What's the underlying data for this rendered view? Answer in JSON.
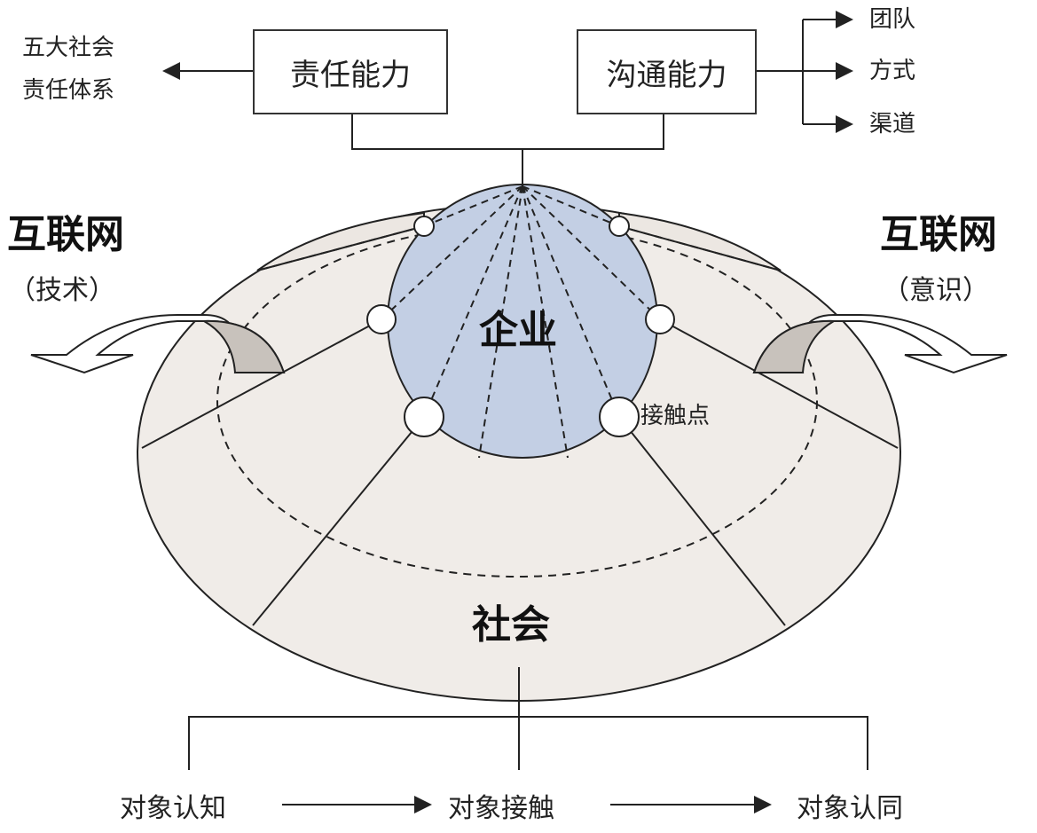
{
  "boxes": {
    "responsibility": "责任能力",
    "communication": "沟通能力"
  },
  "left_note": {
    "line1": "五大社会",
    "line2": "责任体系"
  },
  "comm_items": [
    "团队",
    "方式",
    "渠道"
  ],
  "internet_left": {
    "title": "互联网",
    "sub": "（技术）"
  },
  "internet_right": {
    "title": "互联网",
    "sub": "（意识）"
  },
  "core_label": "企业",
  "society_label": "社会",
  "touchpoint_label": "接触点",
  "stages": [
    "对象认知",
    "对象接触",
    "对象认同"
  ],
  "colors": {
    "sphere": "#c3cfe4",
    "disc": "#f0ece8",
    "flap": "#c8c2bc",
    "line": "#222222"
  }
}
